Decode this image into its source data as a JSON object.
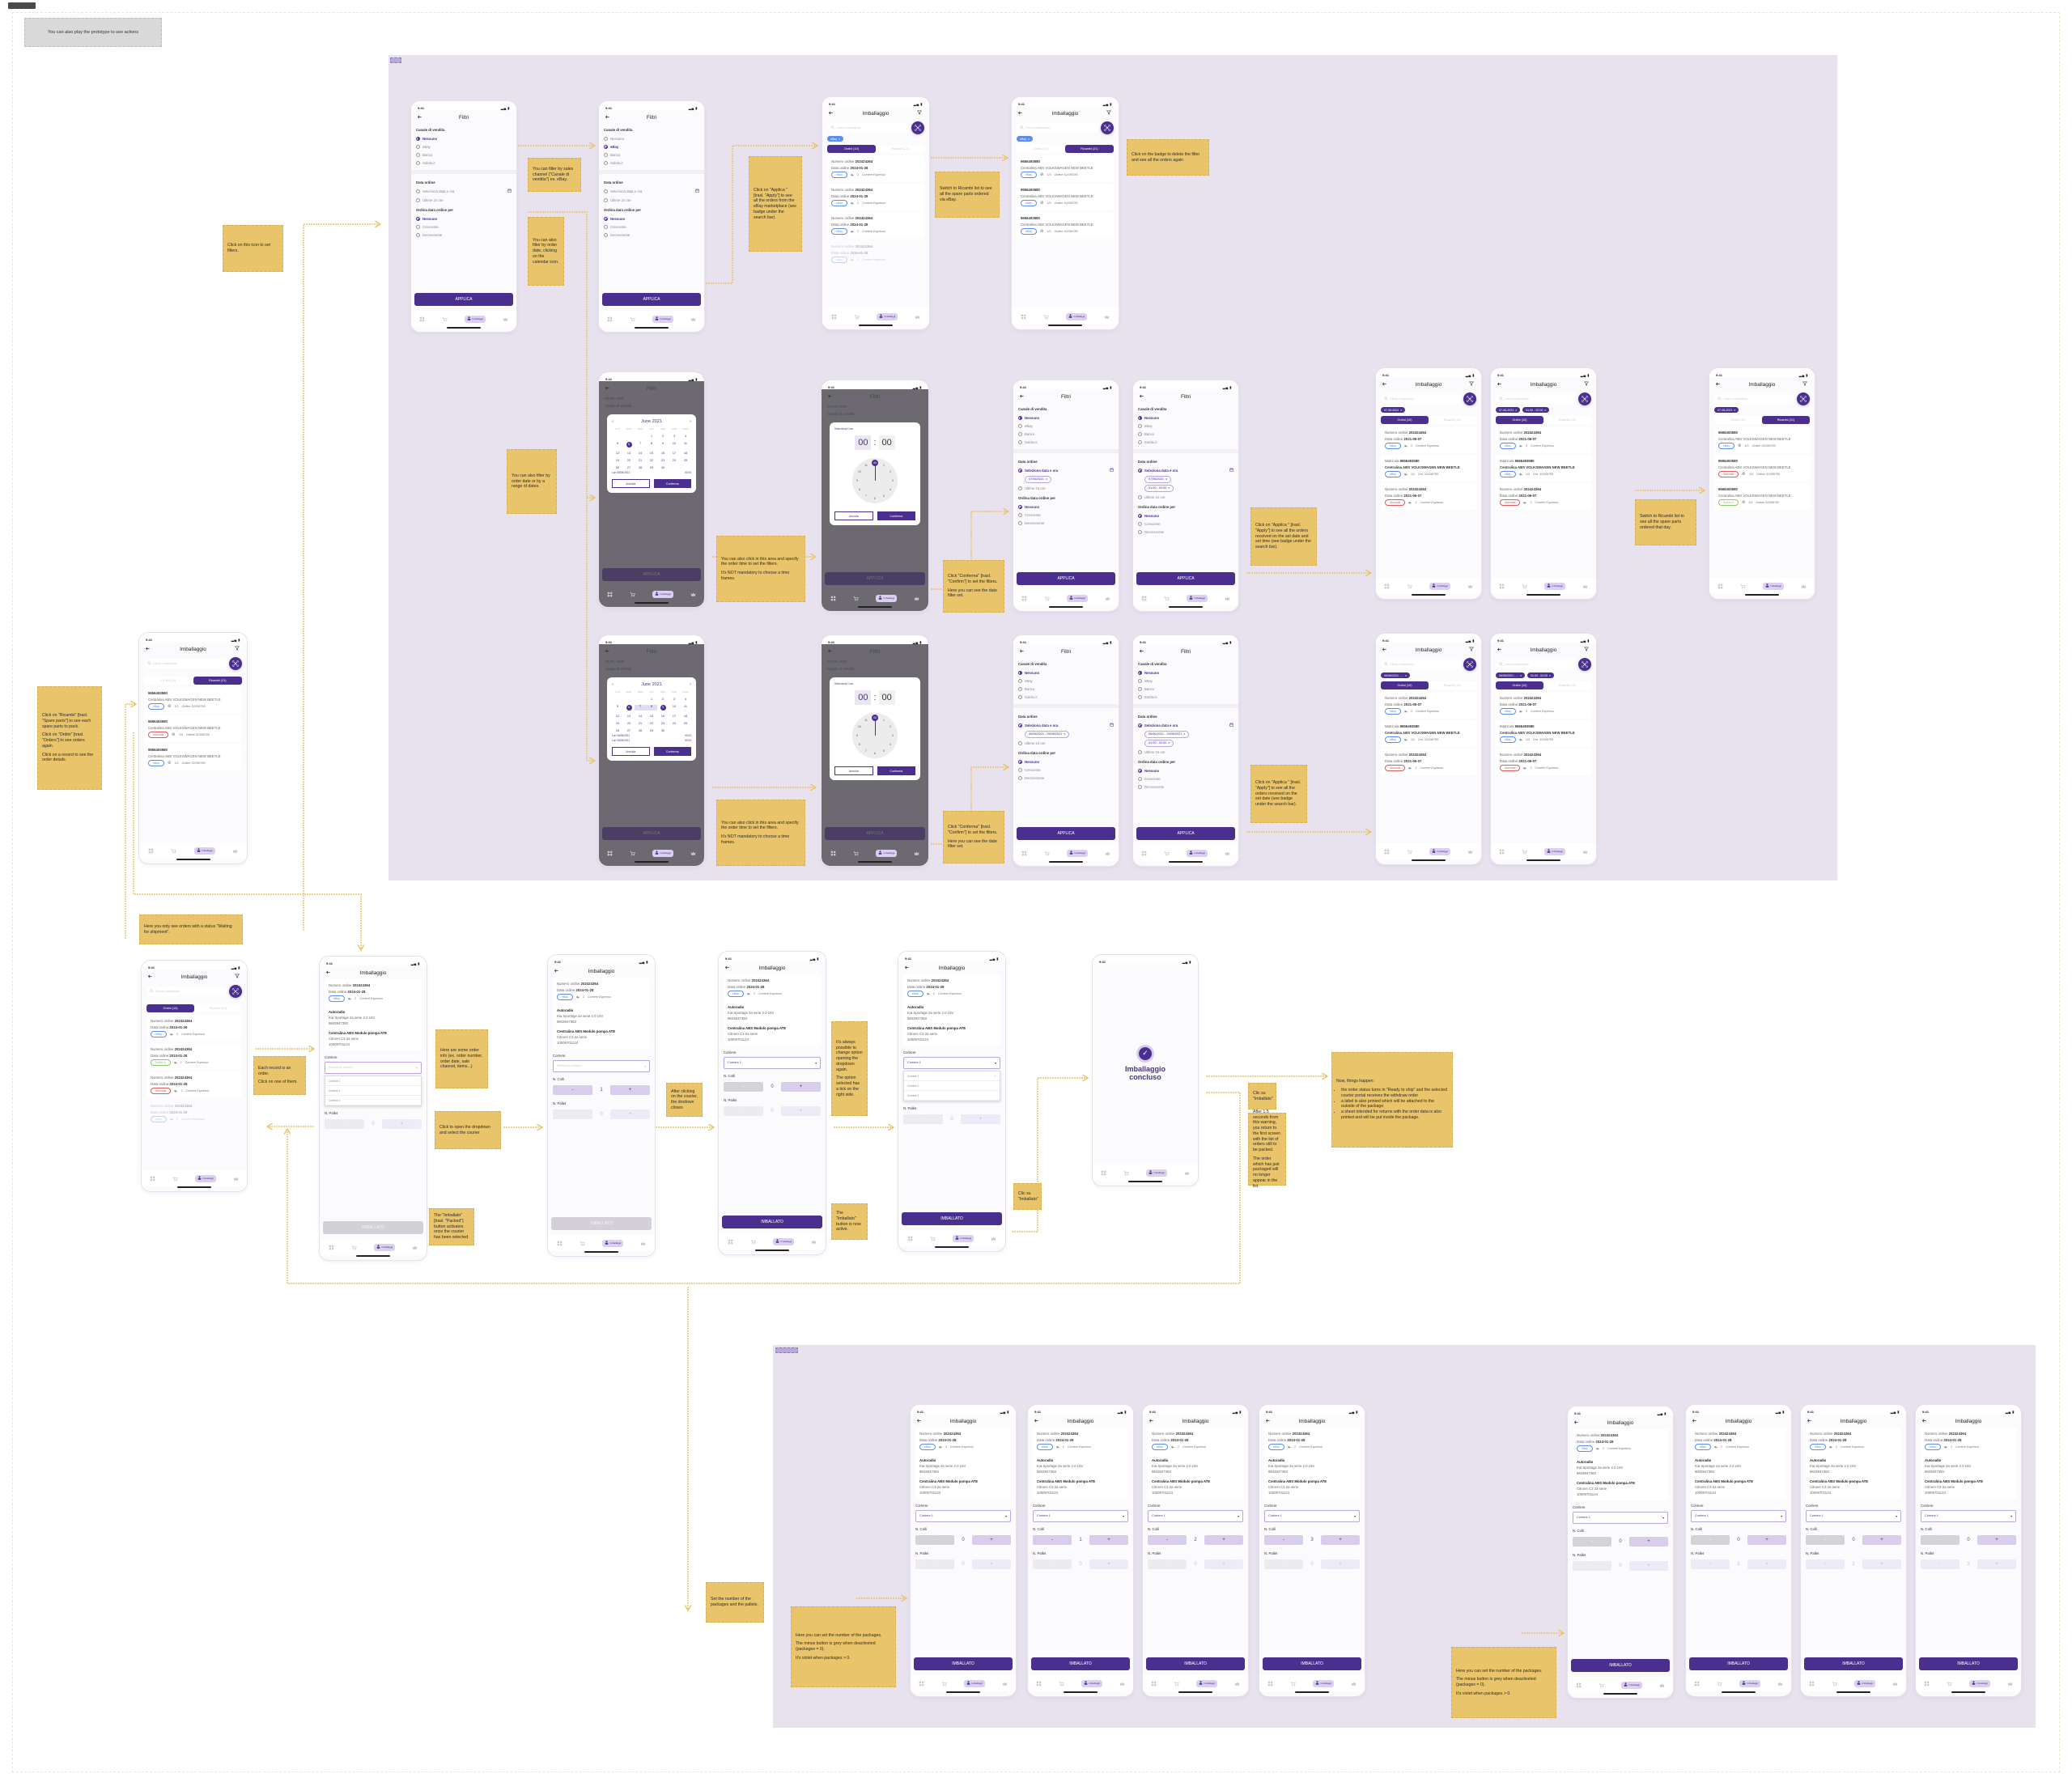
{
  "canvas": {
    "intro_note": "You can also play the prototype to see actions"
  },
  "colors": {
    "accent": "#4b2f8e",
    "accent_light": "#d9cdee",
    "section_bg": "#e8e2ef",
    "note": "#e9c46a",
    "connector": "#e9c46a"
  },
  "channel_colors": {
    "eBay": "#5b8def",
    "Manuale": "#e05a5a",
    "Subito.it": "#8bc96a"
  },
  "common": {
    "time": "9:41",
    "nav_active": "Imballaggi",
    "filters_title": "Filtri",
    "list_title": "Imballaggio",
    "search_placeholder": "Cerca o scansiona",
    "tab_orders": "Ordini (10)",
    "tab_parts": "Ricambi (21)",
    "channel_label": "Canale di vendita",
    "channels": [
      "Nessuno",
      "eBay",
      "Banco",
      "Subito.it"
    ],
    "date_label": "Data ordine",
    "date_options": [
      "Seleziona data e ora",
      "Ultime 24 ore"
    ],
    "sort_label": "Ordina data ordine per",
    "sort_options": [
      "Nessuno",
      "Crescente",
      "Decrescente"
    ],
    "apply": "APPLICA",
    "filter_by": "FILTRA PER",
    "cancel": "Annulla",
    "confirm": "Conferma",
    "month": "June 2021",
    "weekdays": [
      "LUN",
      "MAR",
      "MER",
      "GIO",
      "VEN",
      "SAB",
      "DOM"
    ],
    "days_in_month": 30,
    "first_day_column": 3,
    "time_title": "Seleziona l'ora",
    "hour": "00",
    "minute": "00",
    "clock_hours": [
      "00",
      "1",
      "2",
      "3",
      "4",
      "5",
      "6",
      "7",
      "8",
      "9",
      "10",
      "11"
    ],
    "done_title": "Imballaggio concluso",
    "chip_close": "x"
  },
  "items": {
    "order_ebay": {
      "type": "order",
      "num_label": "Numero ordine",
      "num": "202424364",
      "date_label": "Data ordine",
      "date": "2024-01-28",
      "channel": "eBay",
      "qty": "2",
      "courier": "Corriere Espresso"
    },
    "order_subito": {
      "type": "order",
      "num_label": "Numero ordine",
      "num": "202424364",
      "date_label": "Data ordine",
      "date": "2024-01-28",
      "channel": "Subito.it",
      "qty": "2",
      "courier": "Corriere Espresso"
    },
    "order_manual": {
      "type": "order",
      "num_label": "Numero ordine",
      "num": "202424364",
      "date_label": "Data ordine",
      "date": "2024-01-28",
      "channel": "Manuale",
      "qty": "1",
      "courier": "Corriere Espresso"
    },
    "order_day_ebay": {
      "type": "order",
      "num_label": "Numero ordine",
      "num": "202424364",
      "date_label": "Data ordine",
      "date": "2021-06-07",
      "channel": "eBay",
      "qty": "2",
      "courier": "Corriere Espresso"
    },
    "order_day_manual": {
      "type": "order",
      "num_label": "Numero ordine",
      "num": "202424364",
      "date_label": "Data ordine",
      "date": "2021-06-07",
      "channel": "Manuale",
      "qty": "2",
      "courier": "Corriere Espresso"
    },
    "matricola_ebay": {
      "type": "matricola",
      "code_label": "Matricola",
      "code": "9656493580",
      "name": "Centralina ABS VOLKSWAGEN NEW BEETLE",
      "channel": "eBay",
      "qty": "1/2",
      "order": "Ord. SO096785"
    },
    "part_ebay": {
      "type": "part",
      "code": "9656493580",
      "name": "Centralina ABS VOLKSWAGEN NEW BEETLE",
      "channel": "eBay",
      "qty": "1/3",
      "order": "Ordine SO096785"
    },
    "part_manual": {
      "type": "part",
      "code": "9656493580",
      "name": "Centralina ABS VOLKSWAGEN NEW BEETLE",
      "channel": "Manuale",
      "qty": "1/3",
      "order": "Ordine SO096785"
    },
    "part_subito": {
      "type": "part",
      "code": "9656493580",
      "name": "Centralina ABS VOLKSWAGEN NEW BEETLE",
      "channel": "Subito.it",
      "qty": "1/3",
      "order": "Ordine SO096785"
    }
  },
  "detail": {
    "order": "order_ebay",
    "products": [
      {
        "name": "Autoradio",
        "model": "Kia Sportage 2a serie 2.0 16V",
        "code": "9843947393"
      },
      {
        "name": "Centralina ABS Modulo pompa ATE",
        "model": "Citroen C3 2a serie",
        "code": "10009701124"
      }
    ],
    "courier_label": "Corriere",
    "courier_placeholder": "Seleziona corriere",
    "courier_options": [
      "Corriere 1",
      "Corriere 2",
      "Corriere 3"
    ],
    "packages_label": "N. Colli",
    "pallets_label": "N. Pallet",
    "minus": "-",
    "plus": "+",
    "button": "IMBALLATO",
    "check": "✓"
  },
  "screens": [
    {
      "kind": "filters",
      "channel": 0,
      "date": -1,
      "date_chips": []
    },
    {
      "kind": "filters",
      "channel": 1,
      "date": -1,
      "date_chips": []
    },
    {
      "kind": "list",
      "chips": [
        "eBay"
      ],
      "chip_style": "blue",
      "tab": 0,
      "items": [
        "order_ebay",
        "order_ebay",
        "order_ebay"
      ],
      "faded_item": "order_ebay"
    },
    {
      "kind": "list",
      "chips": [
        "eBay"
      ],
      "chip_style": "blue",
      "tab": 1,
      "items": [
        "part_ebay",
        "part_ebay",
        "part_ebay"
      ]
    },
    {
      "kind": "calendar",
      "selected": [
        6
      ],
      "range": false,
      "footer": [
        [
          "Lun 06/06/2021",
          "00:00"
        ]
      ]
    },
    {
      "kind": "time"
    },
    {
      "kind": "filters",
      "channel": 0,
      "date": 0,
      "date_chips": [
        "07/06/2021"
      ]
    },
    {
      "kind": "filters",
      "channel": 0,
      "date": 0,
      "date_chips": [
        "07/06/2021",
        "01:00 - 02:00"
      ]
    },
    {
      "kind": "list",
      "chips": [
        "07-06-2021"
      ],
      "tab": 0,
      "items": [
        "order_day_ebay",
        "matricola_ebay",
        "order_day_manual"
      ]
    },
    {
      "kind": "list",
      "chips": [
        "07-06-2021",
        "01:00 - 02:00"
      ],
      "tab": 0,
      "items": [
        "order_day_ebay",
        "matricola_ebay",
        "order_day_manual"
      ]
    },
    {
      "kind": "list",
      "chips": [
        "07-06-2021"
      ],
      "tab": 1,
      "items": [
        "part_ebay",
        "part_manual",
        "part_subito"
      ]
    },
    {
      "kind": "calendar",
      "selected": [
        6,
        9
      ],
      "range": true,
      "footer": [
        [
          "Lun 06/06/2021",
          "00:00"
        ],
        [
          "Lun 09/06/2021",
          "00:00"
        ]
      ]
    },
    {
      "kind": "time"
    },
    {
      "kind": "filters",
      "channel": 0,
      "date": 0,
      "date_chips": [
        "06/06/2021 - 09/06/2021"
      ]
    },
    {
      "kind": "filters",
      "channel": 0,
      "date": 0,
      "date_chips": [
        "06/06/2021 - 09/06/2021",
        "01:00 - 02:00"
      ]
    },
    {
      "kind": "list",
      "chips": [
        "06/06/2021 - ..."
      ],
      "tab": 0,
      "items": [
        "order_day_ebay",
        "matricola_ebay",
        "order_day_manual"
      ]
    },
    {
      "kind": "list",
      "chips": [
        "06/06/2021 - ...",
        "01:00 - 02:00"
      ],
      "tab": 0,
      "items": [
        "order_day_ebay",
        "matricola_ebay",
        "order_day_manual"
      ]
    },
    {
      "kind": "list",
      "chips": [],
      "tab": 1,
      "items": [
        "part_ebay",
        "part_manual",
        "part_ebay"
      ]
    },
    {
      "kind": "list",
      "chips": [],
      "tab": 0,
      "items": [
        "order_ebay",
        "order_subito",
        "order_manual"
      ],
      "faded_item": "order_ebay"
    },
    {
      "kind": "detail",
      "courier": -1,
      "open": true,
      "check": false,
      "packages": null,
      "pallets": 0,
      "enabled": false
    },
    {
      "kind": "detail",
      "courier": -1,
      "open": false,
      "check": false,
      "packages": 1,
      "pallets": 0,
      "enabled": false
    },
    {
      "kind": "detail",
      "courier": 0,
      "open": false,
      "check": false,
      "packages": 0,
      "pallets": 0,
      "enabled": true
    },
    {
      "kind": "detail",
      "courier": 0,
      "open": true,
      "check": true,
      "packages": null,
      "pallets": 0,
      "enabled": true
    },
    {
      "kind": "done"
    },
    {
      "kind": "detail",
      "courier": 0,
      "open": false,
      "packages": 0,
      "pallets": 0,
      "enabled": true
    },
    {
      "kind": "detail",
      "courier": 0,
      "open": false,
      "packages": 1,
      "pallets": 0,
      "enabled": true
    },
    {
      "kind": "detail",
      "courier": 0,
      "open": false,
      "packages": 2,
      "pallets": 0,
      "enabled": true
    },
    {
      "kind": "detail",
      "courier": 0,
      "open": false,
      "packages": 3,
      "pallets": 0,
      "enabled": true
    },
    {
      "kind": "detail",
      "courier": 0,
      "open": false,
      "packages": 0,
      "pallets": 0,
      "enabled": true
    },
    {
      "kind": "detail",
      "courier": 0,
      "open": false,
      "packages": 0,
      "pallets": 1,
      "enabled": true
    },
    {
      "kind": "detail",
      "courier": 0,
      "open": false,
      "packages": 0,
      "pallets": 2,
      "enabled": true
    },
    {
      "kind": "detail",
      "courier": 0,
      "open": false,
      "packages": 0,
      "pallets": 3,
      "enabled": true
    }
  ],
  "notes": [
    {
      "p": [
        "Click on this icon to set filters."
      ]
    },
    {
      "p": [
        "You can filter by sales channel (\"Canale di vendita\") ex. eBay."
      ]
    },
    {
      "p": [
        "You can also filter by order date, clicking on the calendar icon."
      ]
    },
    {
      "p": [
        "Click on \"Applica \" [trasl. \"Apply\"] to see all the orders from the eBay marketplace (see badge under the search bar)."
      ]
    },
    {
      "p": [
        "Switch to Ricambi list to see all the spare parts ordered via eBay."
      ]
    },
    {
      "p": [
        "Click on the badge to delete the filter and see all the orders again"
      ]
    },
    {
      "p": [
        "You can also filter by order date or by a range of dates."
      ]
    },
    {
      "p": [
        "You can also click in this area and specify the order time to set the filters.",
        "It's NOT mandatory to choose a time frames."
      ]
    },
    {
      "p": [
        "Click \"Conferma\" [trasl. \"Confirm\"] to set the filters.",
        "Here you can see the date filter set."
      ]
    },
    {
      "p": [
        "Click on \"Applica \" [trasl. \"Apply\"] to see all the orders received on the set date and set time (see badge under the search bar)."
      ]
    },
    {
      "p": [
        "Switch to Ricambi list to see all the spare parts ordered that day."
      ]
    },
    {
      "p": [
        "You can also click in this area and specify the order time to set the filters.",
        "It's NOT mandatory to choose a time frames."
      ]
    },
    {
      "p": [
        "Click \"Conferma\" [trasl. \"Confirm\"] to set the filters.",
        "Here you can see the date filter set."
      ]
    },
    {
      "p": [
        "Click on \"Applica \" [trasl. \"Apply\"] to see all the orders received on the set date (see badge under the search bar)."
      ]
    },
    {
      "p": [
        "Click on \"Ricambi\" [trasl. \"Spare parts\"] to see each spare parts to pack.",
        "Click on \"Ordini\" [trasl. \"Orders\"] to see orders again.",
        "Click on a record to see the order details."
      ]
    },
    {
      "p": [
        "Here you only see orders with a status \"Waiting for shipment\"."
      ]
    },
    {
      "p": [
        "Each record is an order.",
        "Click on one of them."
      ]
    },
    {
      "p": [
        "Here are some order info (ex. order number, order date, sale channel, items...)"
      ]
    },
    {
      "p": [
        "Click to open the dropdown and select the courier"
      ]
    },
    {
      "p": [
        "The \"Imballato\" [trasl. \"Packed\"] button activates once the courier has been selected"
      ]
    },
    {
      "p": [
        "After clicking on the courier, the drodown closes"
      ]
    },
    {
      "p": [
        "It's always possible to change option opening the dropdown again.",
        "The option selected has a tick on the right side."
      ]
    },
    {
      "p": [
        "The \"Imballato\" button is now active."
      ]
    },
    {
      "p": [
        "Clic su \"Imballato\""
      ]
    },
    {
      "p": [
        "Clic su \"Imballato\""
      ]
    },
    {
      "p": [
        "After 1.5 seconds from this warning, you return to the first screen with the list of orders still to be packed.",
        "The order which has just packaged will no longer appear in the list."
      ]
    },
    {
      "p": [
        "Now, things happen:"
      ],
      "bullets": [
        "the order status turns in \"Ready to ship\" and the selected courier portal receives the withdraw order",
        "a label is also printed which will be attached to the outside of the package",
        "a sheet intended for returns with the order data is also printed and will be put inside the package."
      ]
    },
    {
      "p": [
        "Set the number of the packages and the pallets."
      ]
    },
    {
      "p": [
        "Here you can set the number of the packages.",
        "The minus button is grey when deactiveted (packages = 0).",
        "It's violet when packages > 0."
      ]
    },
    {
      "p": [
        "Here you can set the number of the packages.",
        "The minus button is grey when deactiveted (packages = 0).",
        "It's violet when packages > 0."
      ]
    }
  ]
}
